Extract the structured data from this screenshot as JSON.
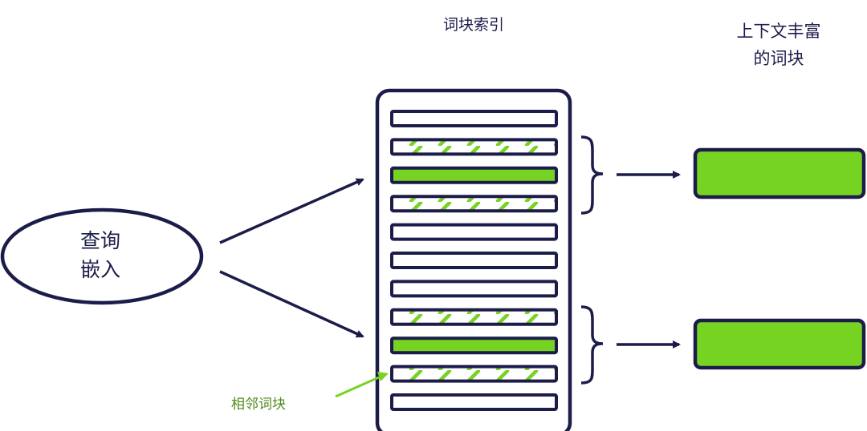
{
  "labels": {
    "index_title": "词块索引",
    "enriched_title_line1": "上下文丰富",
    "enriched_title_line2": "的词块",
    "query_line1": "查询",
    "query_line2": "嵌入",
    "neighbor_label": "相邻词块"
  },
  "chunk_states": [
    "empty",
    "adjacent",
    "hit",
    "adjacent",
    "empty",
    "empty",
    "empty",
    "adjacent",
    "hit",
    "adjacent",
    "empty"
  ],
  "colors": {
    "navy": "#1c1c4a",
    "green": "#77d321",
    "label_green": "#4f8a1d",
    "white": "#ffffff"
  }
}
